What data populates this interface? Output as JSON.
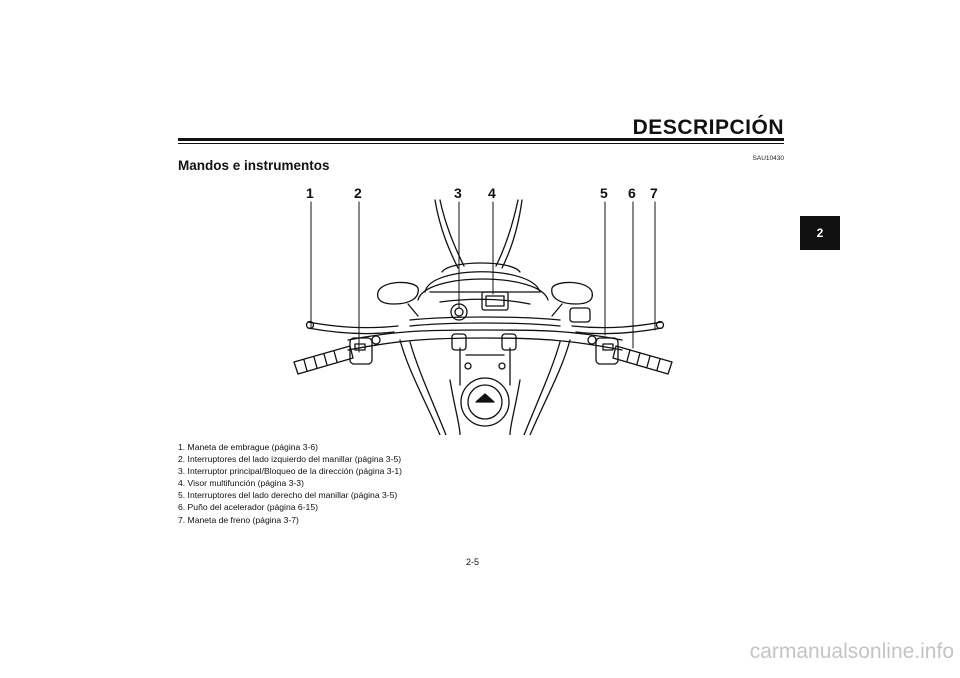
{
  "header": {
    "title": "DESCRIPCIÓN",
    "chapter_tab": "2"
  },
  "section": {
    "code": "SAU10430",
    "title": "Mandos e instrumentos"
  },
  "figure": {
    "callout_numbers": [
      "1",
      "2",
      "3",
      "4",
      "5",
      "6",
      "7"
    ]
  },
  "callouts": [
    "1.  Maneta de embrague (página 3-6)",
    "2.  Interruptores del lado izquierdo del manillar (página 3-5)",
    "3.  Interruptor principal/Bloqueo de la dirección (página 3-1)",
    "4.  Visor multifunción (página 3-3)",
    "5.  Interruptores del lado derecho del manillar (página 3-5)",
    "6.  Puño del acelerador (página 6-15)",
    "7.  Maneta de freno (página 3-7)"
  ],
  "footer": {
    "page_number": "2-5",
    "watermark": "carmanualsonline.info"
  }
}
